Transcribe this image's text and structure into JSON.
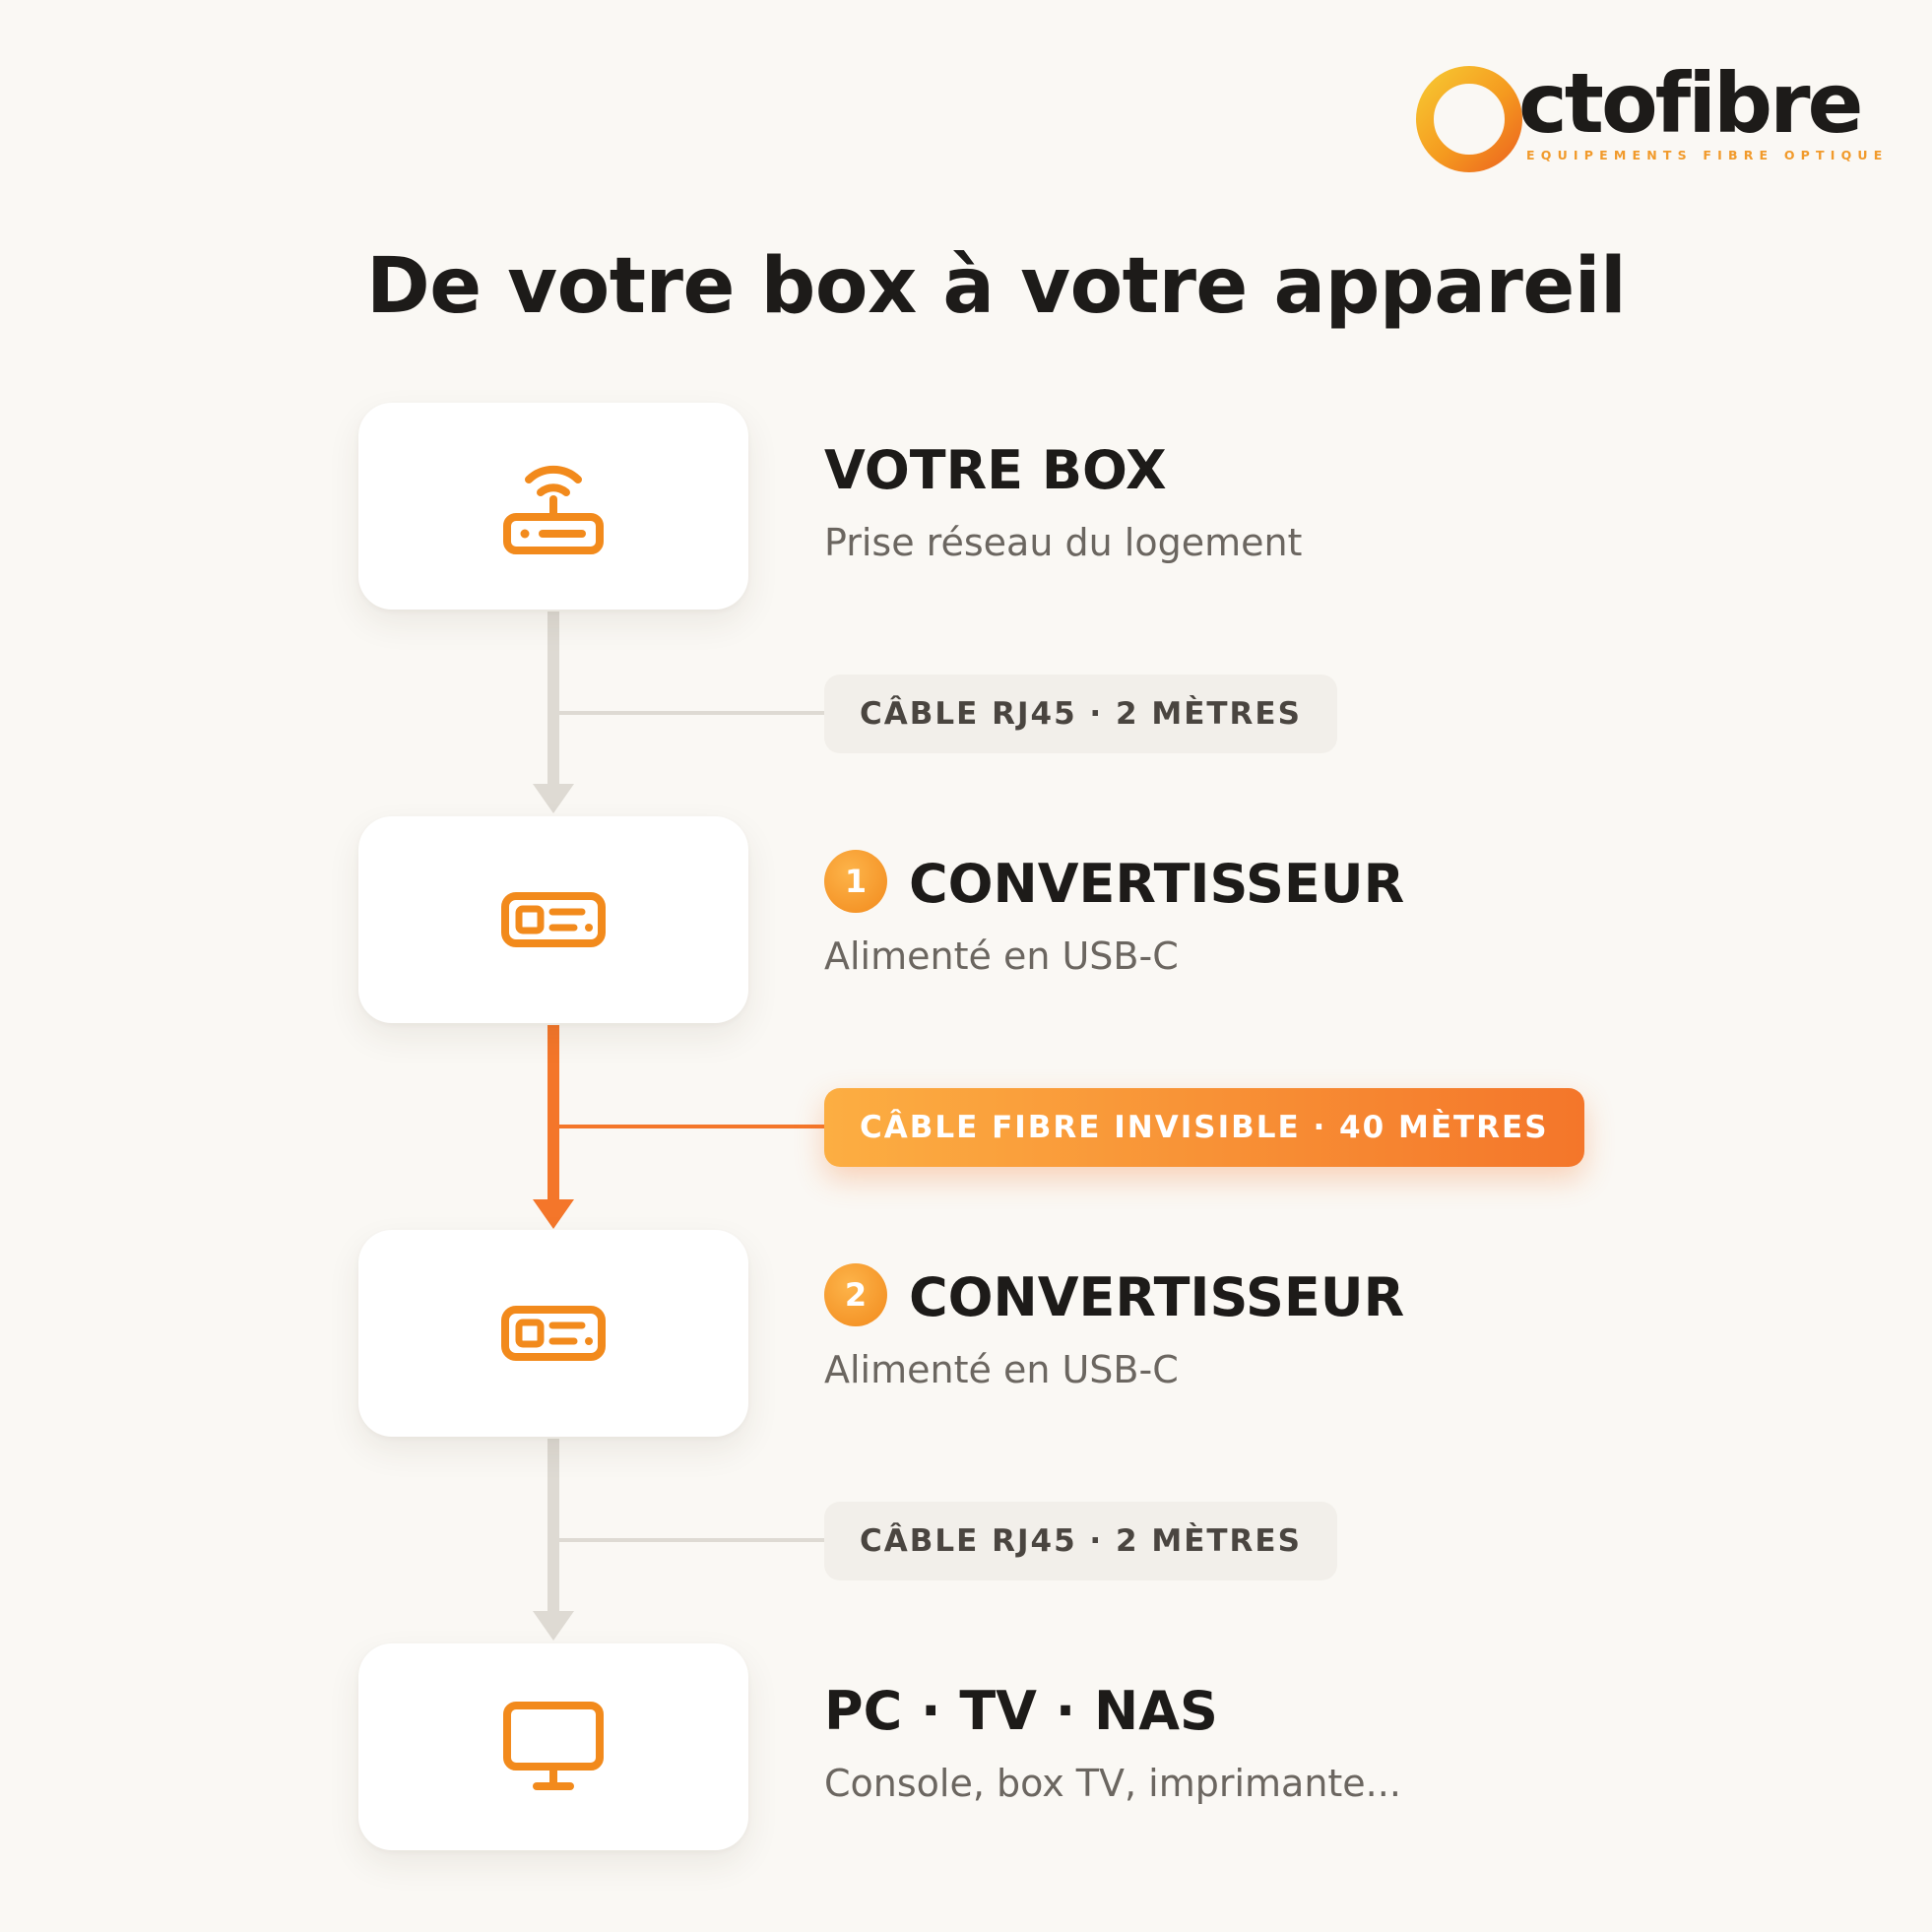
{
  "brand": {
    "name": "ctofibre",
    "tagline": "EQUIPEMENTS FIBRE OPTIQUE",
    "accent_colors": [
      "#f7c531",
      "#f28a1c",
      "#ed6a1f"
    ]
  },
  "title": "De votre box à votre appareil",
  "steps": [
    {
      "icon": "router-icon",
      "title": "VOTRE BOX",
      "subtitle": "Prise réseau du logement"
    },
    {
      "icon": "converter-icon",
      "number": "1",
      "title": "CONVERTISSEUR",
      "subtitle": "Alimenté en USB-C"
    },
    {
      "icon": "converter-icon",
      "number": "2",
      "title": "CONVERTISSEUR",
      "subtitle": "Alimenté en USB-C"
    },
    {
      "icon": "monitor-icon",
      "title": "PC · TV · NAS",
      "subtitle": "Console, box TV, imprimante..."
    }
  ],
  "connections": [
    {
      "label": "CÂBLE RJ45 · 2 MÈTRES",
      "style": "grey",
      "color": "#dedad3"
    },
    {
      "label": "CÂBLE FIBRE INVISIBLE · 40 MÈTRES",
      "style": "orange",
      "color": "#f4762a"
    },
    {
      "label": "CÂBLE RJ45 · 2 MÈTRES",
      "style": "grey",
      "color": "#dedad3"
    }
  ],
  "colors": {
    "accent": "#f28a1c",
    "text": "#1d1b19",
    "muted": "#6b6660",
    "background": "#faf8f4"
  }
}
